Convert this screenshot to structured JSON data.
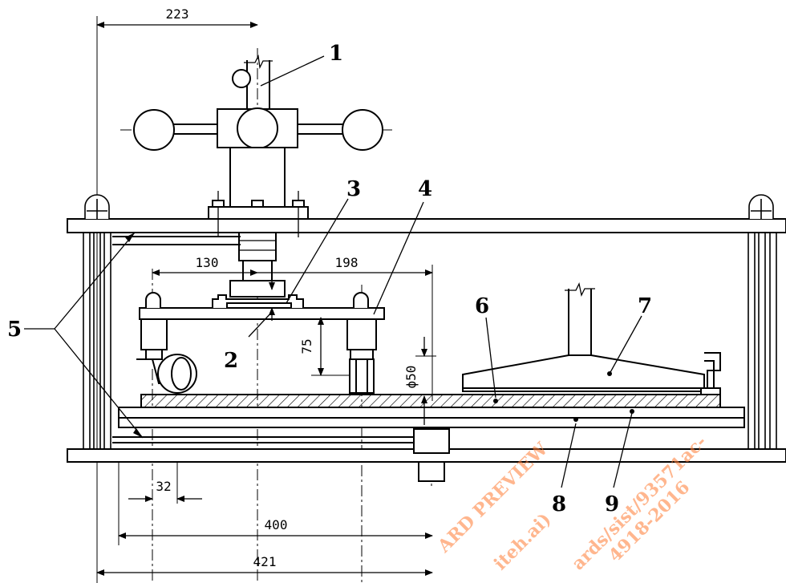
{
  "dimensions": {
    "d223": "223",
    "d130": "130",
    "d198": "198",
    "d75": "75",
    "d50": "ϕ50",
    "d32": "32",
    "d400": "400",
    "d421": "421"
  },
  "callouts": {
    "c1": "1",
    "c2": "2",
    "c3": "3",
    "c4": "4",
    "c5": "5",
    "c6": "6",
    "c7": "7",
    "c8": "8",
    "c9": "9"
  },
  "watermark": {
    "line1": "ARD PREVIEW",
    "line2": "iteh.ai)",
    "line3": "ards/sist/93571ac-",
    "line4": "4918-2016"
  },
  "colors": {
    "ink": "#000000",
    "watermark": "#ff7b33"
  }
}
